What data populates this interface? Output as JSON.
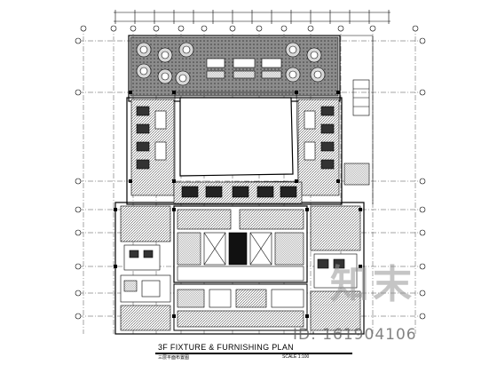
{
  "plan": {
    "title": "3F FIXTURE & FURNISHING PLAN",
    "subtitle": "三层平面布置图",
    "scale": "SCALE 1:100"
  },
  "watermark": {
    "logo_text": "知末",
    "id_text": "ID: 161904106"
  },
  "colors": {
    "line": "#000000",
    "hatch": "#7a7a7a",
    "background": "#ffffff"
  }
}
